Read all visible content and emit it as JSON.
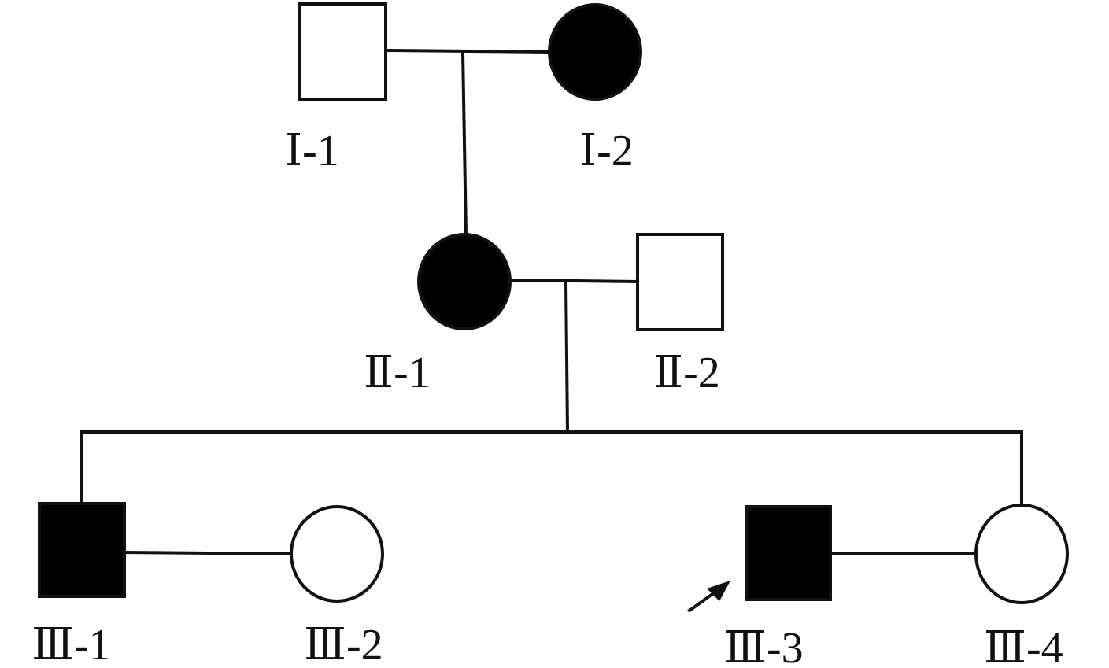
{
  "colors": {
    "line": "#111111",
    "affected_fill": "#000000",
    "unaffected_fill": "#ffffff",
    "background": "#ffffff"
  },
  "individuals": [
    {
      "id": "I-1",
      "label": "Ⅰ-1",
      "sex": "male",
      "affected": false
    },
    {
      "id": "I-2",
      "label": "Ⅰ-2",
      "sex": "female",
      "affected": true
    },
    {
      "id": "II-1",
      "label": "Ⅱ-1",
      "sex": "female",
      "affected": true
    },
    {
      "id": "II-2",
      "label": "Ⅱ-2",
      "sex": "male",
      "affected": false
    },
    {
      "id": "III-1",
      "label": "Ⅲ-1",
      "sex": "male",
      "affected": true
    },
    {
      "id": "III-2",
      "label": "Ⅲ-2",
      "sex": "female",
      "affected": false
    },
    {
      "id": "III-3",
      "label": "Ⅲ-3",
      "sex": "male",
      "affected": true,
      "proband": true
    },
    {
      "id": "III-4",
      "label": "Ⅲ-4",
      "sex": "female",
      "affected": false
    }
  ],
  "marriages": [
    {
      "partners": [
        "I-1",
        "I-2"
      ],
      "children": [
        "II-1"
      ]
    },
    {
      "partners": [
        "II-1",
        "II-2"
      ],
      "children": [
        "III-1",
        "III-4"
      ]
    },
    {
      "partners": [
        "III-1",
        "III-2"
      ],
      "children": []
    },
    {
      "partners": [
        "III-3",
        "III-4"
      ],
      "children": []
    }
  ]
}
